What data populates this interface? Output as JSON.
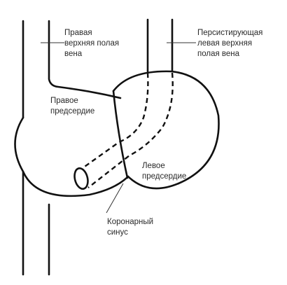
{
  "labels": {
    "svc_right": [
      "Правая",
      "верхняя полая",
      "вена"
    ],
    "svc_left": [
      "Персистирующая",
      "левая верхняя",
      "полая вена"
    ],
    "right_atrium": [
      "Правое",
      "предсердие"
    ],
    "left_atrium": [
      "Левое",
      "предсердие"
    ],
    "coronary_sinus": [
      "Коронарный",
      "синус"
    ]
  }
}
